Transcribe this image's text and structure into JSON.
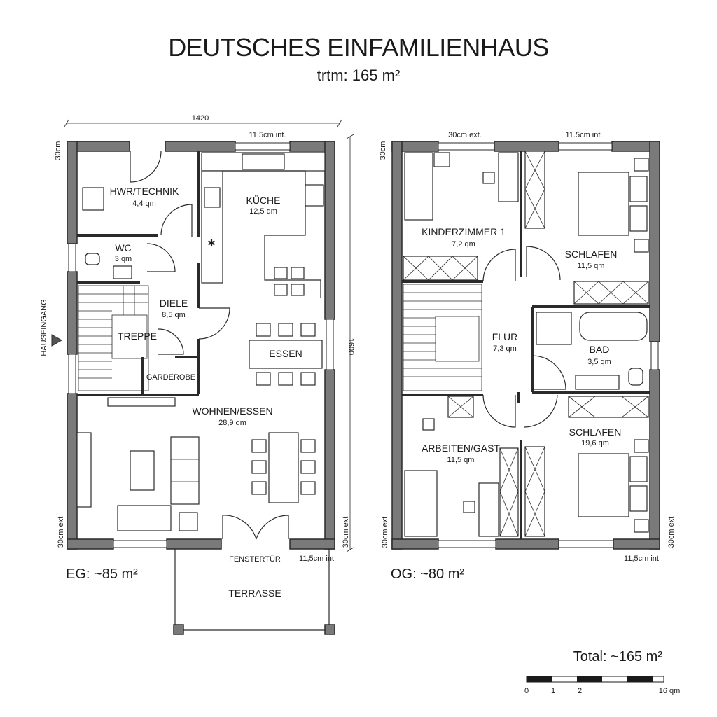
{
  "header": {
    "title": "DEUTSCHES EINFAMILIENHAUS",
    "subtitle": "trtm: 165 m²"
  },
  "eg": {
    "dims": {
      "width": "1420",
      "depth": "1600",
      "int_top": "11,5cm int.",
      "ext_left_top": "30cm",
      "ext_left_bottom": "30cm ext",
      "ext_right_bottom": "30cm ext",
      "int_bottom": "11,5cm int"
    },
    "entrance": "HAUSEINGANG",
    "rooms": [
      {
        "name": "HWR/TECHNIK",
        "area": "4,4 qm"
      },
      {
        "name": "KÜCHE",
        "area": "12,5 qm"
      },
      {
        "name": "WC",
        "area": "3 qm"
      },
      {
        "name": "DIELE",
        "area": "8,5 qm"
      },
      {
        "name": "TREPPE",
        "area": ""
      },
      {
        "name": "GARDEROBE",
        "area": ""
      },
      {
        "name": "ESSEN",
        "area": ""
      },
      {
        "name": "WOHNEN/ESSEN",
        "area": "28,9 qm"
      }
    ],
    "fenstertuer": "FENSTERTÜR",
    "terrasse": "TERRASSE",
    "total": "EG: ~85 m²"
  },
  "og": {
    "dims": {
      "ext_top": "30cm ext.",
      "int_top": "11.5cm int.",
      "ext_left_top": "30cm",
      "ext_left_bottom": "30cm ext",
      "ext_right_bottom": "30cm ext",
      "int_bottom": "11,5cm int"
    },
    "rooms": [
      {
        "name": "KINDERZIMMER 1",
        "area": "7,2 qm"
      },
      {
        "name": "SCHLAFEN",
        "area": "11,5 qm"
      },
      {
        "name": "FLUR",
        "area": "7,3 qm"
      },
      {
        "name": "BAD",
        "area": "3,5 qm"
      },
      {
        "name": "ARBEITEN/GAST",
        "area": "11,5 qm"
      },
      {
        "name": "SCHLAFEN",
        "area": "19,6 qm"
      }
    ],
    "total": "OG: ~80 m²"
  },
  "footer": {
    "total": "Total: ~165 m²",
    "scale_labels": [
      "0",
      "1",
      "2",
      "16 qm"
    ]
  },
  "colors": {
    "wall": "#7a7a7a",
    "line": "#2a2a2a",
    "background": "#ffffff"
  }
}
